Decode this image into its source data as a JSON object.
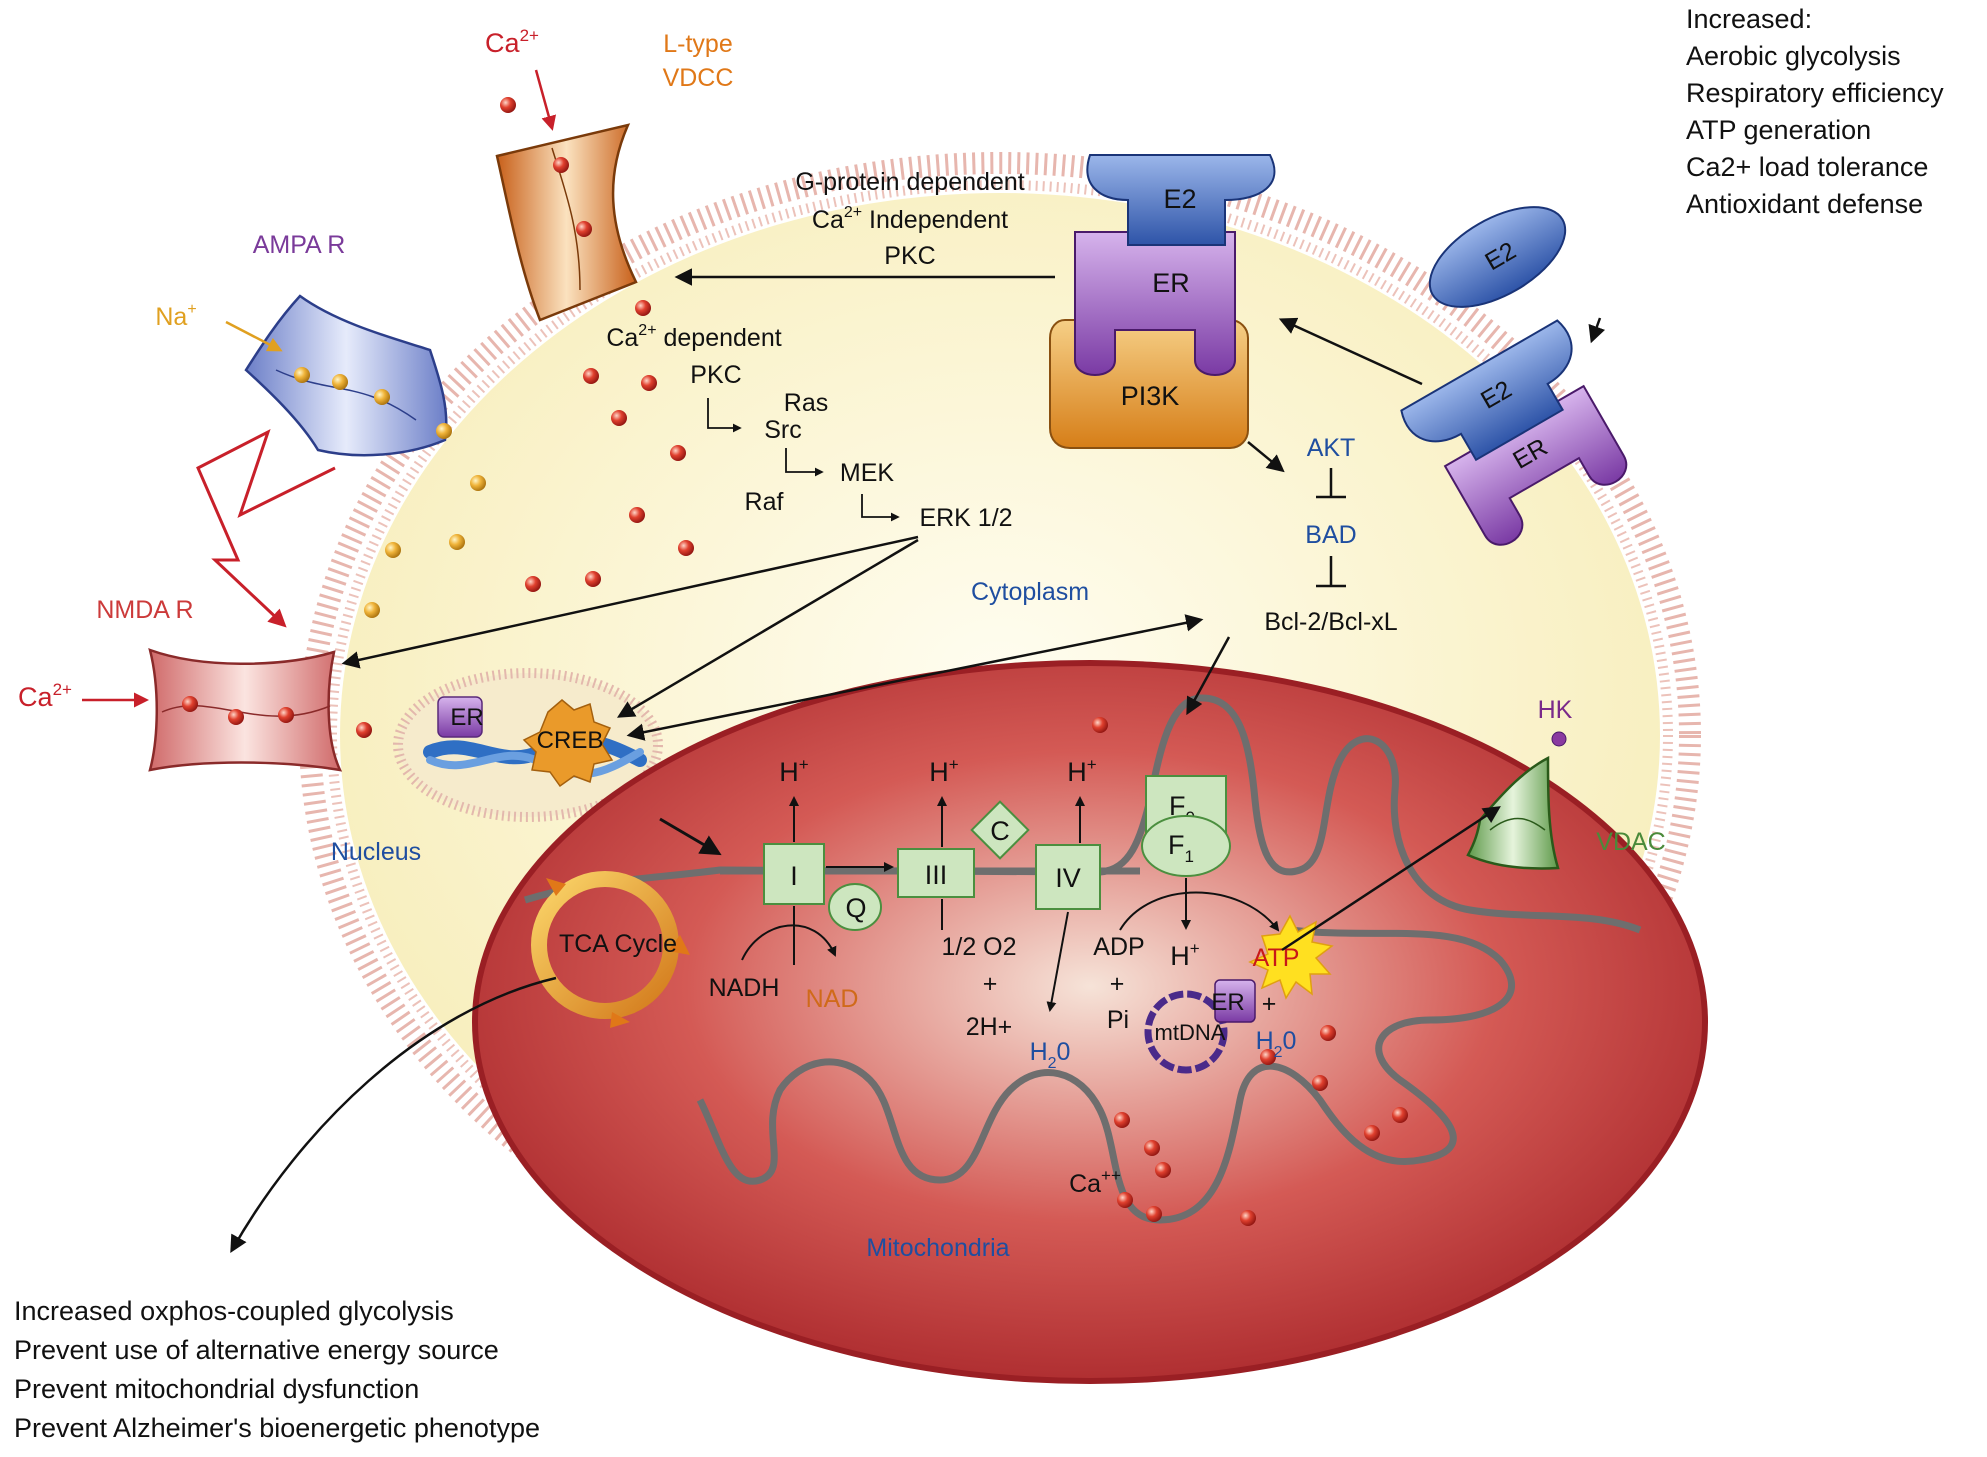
{
  "colors": {
    "calcium": "#c8202a",
    "sodium": "#e0a020",
    "ltype": "#e07818",
    "ampa": "#7a3a9a",
    "nmda": "#cc3a3a",
    "hk": "#7a2a8a",
    "vdac": "#4a8a3a",
    "blue_text": "#1f4ea0",
    "nad": "#d06a1a",
    "atp_text": "#c81818",
    "atp_burst": "#ffe020",
    "mito_fill": "#c8393c",
    "cell_fill": "#fbf6cc",
    "membrane": "#e8b8b0",
    "complex_fill": "#cde6bf",
    "complex_stroke": "#4b8f3f",
    "e2_fill": "#3b63b8",
    "er_fill": "#8a4cb0",
    "pi3k_fill": "#e0902a"
  },
  "outcomes_top": {
    "heading": "Increased:",
    "items": [
      "Aerobic glycolysis",
      "Respiratory efficiency",
      "ATP generation",
      "Ca2+ load tolerance",
      "Antioxidant defense"
    ]
  },
  "outcomes_bottom": {
    "items": [
      "Increased oxphos-coupled glycolysis",
      "Prevent use of alternative energy source",
      "Prevent mitochondrial dysfunction",
      "Prevent Alzheimer's bioenergetic phenotype"
    ]
  },
  "channels": {
    "ltype": {
      "ion": "Ca",
      "ion_sup": "2+",
      "name_line1": "L-type",
      "name_line2": "VDCC"
    },
    "ampa": {
      "name": "AMPA R",
      "ion": "Na",
      "ion_sup": "+"
    },
    "nmda": {
      "name": "NMDA R",
      "ion": "Ca",
      "ion_sup": "2+"
    },
    "vdac": {
      "name": "VDAC"
    },
    "hk": {
      "name": "HK"
    }
  },
  "receptors": {
    "e2": "E2",
    "er": "ER",
    "pi3k": "PI3K"
  },
  "pathway": {
    "gprot_line1": "G-protein dependent",
    "gprot_line2_pre": "Ca",
    "gprot_line2_sup": "2+",
    "gprot_line2_post": " Independent",
    "gprot_line3": "PKC",
    "ca_dep_pre": "Ca",
    "ca_dep_sup": "2+",
    "ca_dep_post": " dependent",
    "pkc": "PKC",
    "ras": "Ras",
    "src": "Src",
    "raf": "Raf",
    "mek": "MEK",
    "erk": "ERK 1/2",
    "akt": "AKT",
    "bad": "BAD",
    "bcl": "Bcl-2/Bcl-xL",
    "cytoplasm": "Cytoplasm"
  },
  "nucleus": {
    "label": "Nucleus",
    "er": "ER",
    "creb": "CREB"
  },
  "mito": {
    "label": "Mitochondria",
    "complex_1": "I",
    "complex_3": "III",
    "complex_4": "IV",
    "q": "Q",
    "c": "C",
    "f0_main": "F",
    "f0_sub": "0",
    "f1_main": "F",
    "f1_sub": "1",
    "h_plus_main": "H",
    "h_plus_sup": "+",
    "tca": "TCA Cycle",
    "nadh": "NADH",
    "nad": "NAD",
    "half_o2": "1/2 O2",
    "plus": "+",
    "two_h": "2H+",
    "h2o_main": "H",
    "h2o_sub": "2",
    "h2o_tail": "0",
    "adp": "ADP",
    "pi": "Pi",
    "atp": "ATP",
    "mtdna": "mtDNA",
    "er": "ER",
    "ca": "Ca",
    "ca_sup": "++"
  }
}
